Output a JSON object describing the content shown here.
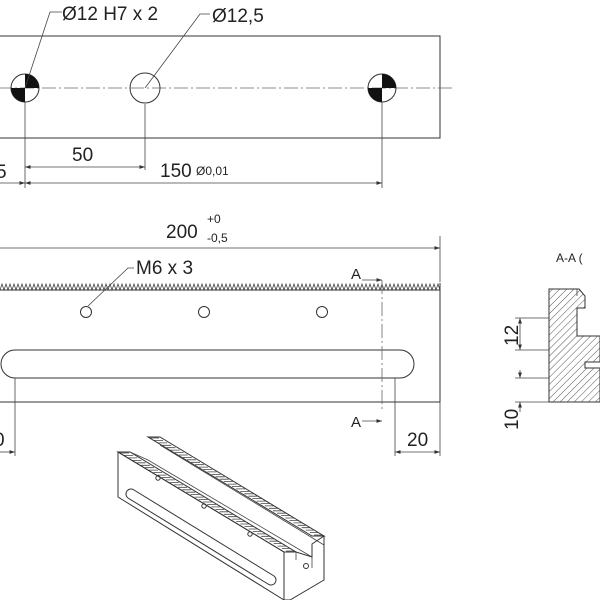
{
  "labels": {
    "bore_fit": "Ø12 H7 x 2",
    "bore_clear": "Ø12,5",
    "dim_5": "5",
    "dim_50": "50",
    "dim_150": "150",
    "dim_150_tol": "Ø0,01",
    "dim_200": "200",
    "dim_200_tol_up": "+0",
    "dim_200_tol_low": "-0,5",
    "thread": "M6 x 3",
    "cut_top": "A",
    "cut_bottom": "A",
    "dim_20": "20",
    "dim_0": "0",
    "section_title": "A-A (",
    "dim_12": "12",
    "dim_10": "10"
  },
  "colors": {
    "line": "#333333",
    "hatch": "#555555",
    "background": "#ffffff"
  }
}
